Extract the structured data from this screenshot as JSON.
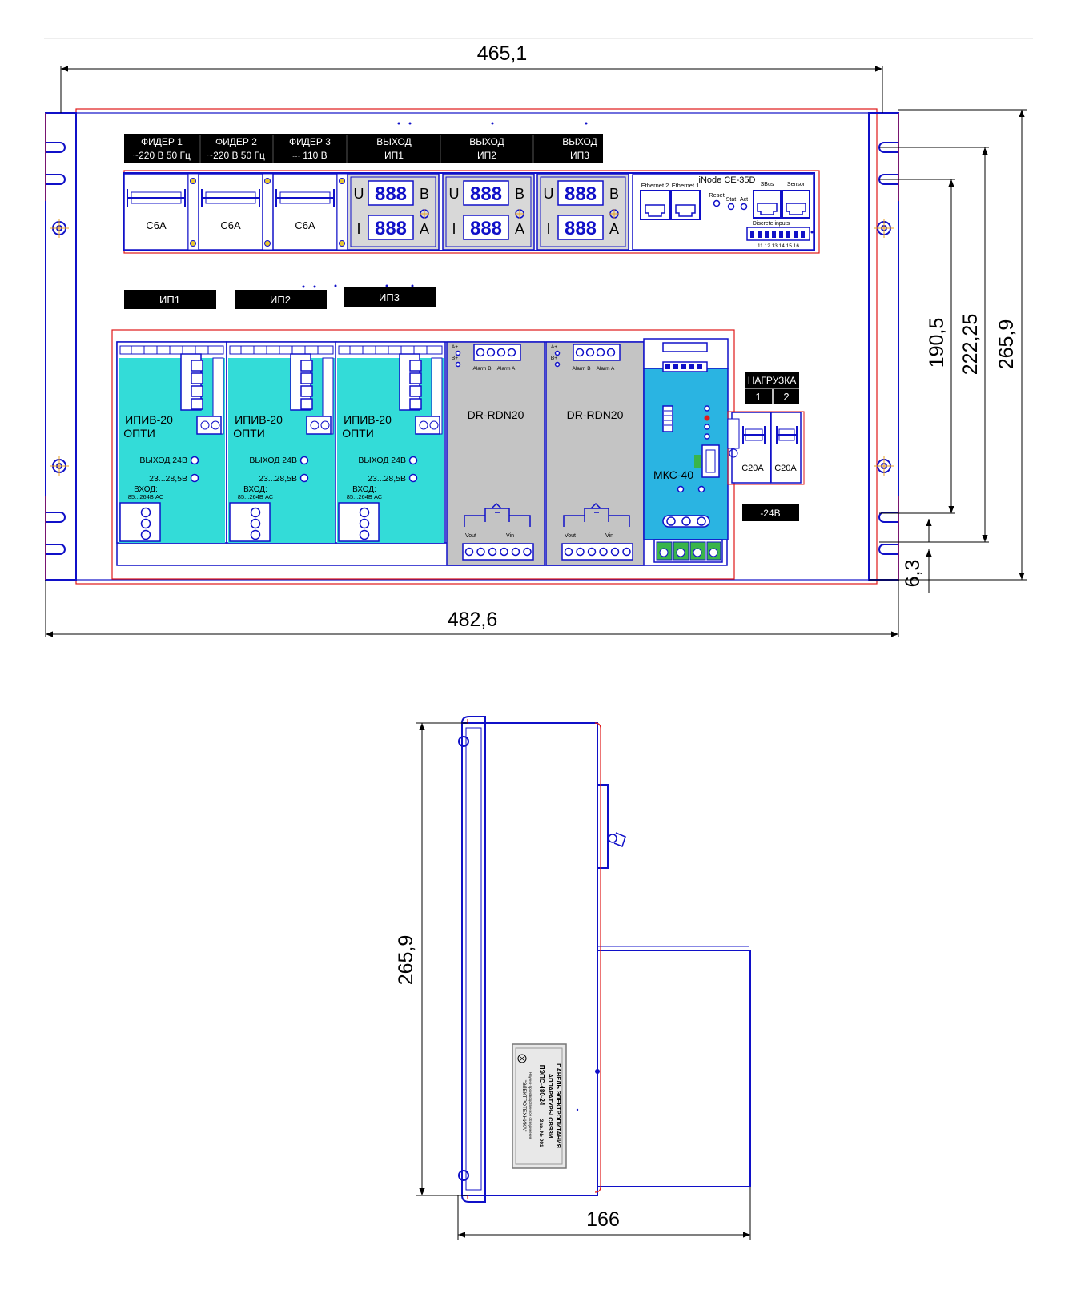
{
  "dimensions": {
    "front_width_inner": "465,1",
    "front_width_total": "482,6",
    "height_190": "190,5",
    "height_222": "222,25",
    "height_265": "265,9",
    "offset_6": "6,3",
    "side_height": "265,9",
    "side_depth": "166"
  },
  "feeders": [
    {
      "name": "ФИДЕР 1",
      "spec": "~220 В  50 Гц"
    },
    {
      "name": "ФИДЕР 2",
      "spec": "~220 В  50 Гц"
    },
    {
      "name": "ФИДЕР 3",
      "spec": "⎓ 110 В"
    }
  ],
  "outputs": [
    {
      "line1": "ВЫХОД",
      "line2": "ИП1"
    },
    {
      "line1": "ВЫХОД",
      "line2": "ИП2"
    },
    {
      "line1": "ВЫХОД",
      "line2": "ИП3"
    }
  ],
  "breakers_top": [
    "C6A",
    "C6A",
    "C6A"
  ],
  "meter_digits": "888",
  "meter_letters": {
    "u": "U",
    "i": "I",
    "b": "B",
    "a": "A"
  },
  "controller": {
    "title": "iNode CE-35D",
    "eth2": "Ethernet 2",
    "eth1": "Ethernet 1",
    "reset": "Reset",
    "stat": "Stat",
    "act": "Act",
    "sbus": "SBus",
    "sensor": "Sensor",
    "discrete": "Discrete inputs",
    "terminals": "11 12 13 14 15 16"
  },
  "ip_labels": [
    "ИП1",
    "ИП2",
    "ИП3"
  ],
  "psu": {
    "title1": "ИПИВ-20",
    "title2": "ОПТИ",
    "out_label": "ВЫХОД 24В",
    "range_label": "23...28,5В",
    "in_label": "ВХОД:",
    "in_range": "85...264В АС"
  },
  "redundancy": {
    "title": "DR-RDN20",
    "alarm_b": "Alarm B",
    "alarm_a": "Alarm A",
    "vout": "Vout",
    "vin": "Vin",
    "a_plus": "A+",
    "b_plus": "B+"
  },
  "mks": {
    "title": "МКС-40"
  },
  "load": {
    "title": "НАГРУЗКА",
    "n1": "1",
    "n2": "2",
    "breaker1": "C20A",
    "breaker2": "C20A",
    "voltage": "-24В"
  },
  "nameplate": {
    "line1": "ПАНЕЛЬ ЭЛЕКТРОПИТАНИЯ",
    "line2": "АППАРАТУРЫ СВЯЗИ",
    "model": "ПЭПС-480-24",
    "serial": "Зав. № 001",
    "maker1": "Научно-производственное объединение",
    "maker2": "\"ЭЛЕКТРОТЕХНИКА\""
  },
  "colors": {
    "outline": "#1010c8",
    "cut": "#e01818",
    "psu_fill": "#33dcd8",
    "rdn_fill": "#c4c4c4",
    "mks_fill": "#2ab4e2",
    "header_bg": "#000000",
    "terminal_green": "#39b54a"
  }
}
